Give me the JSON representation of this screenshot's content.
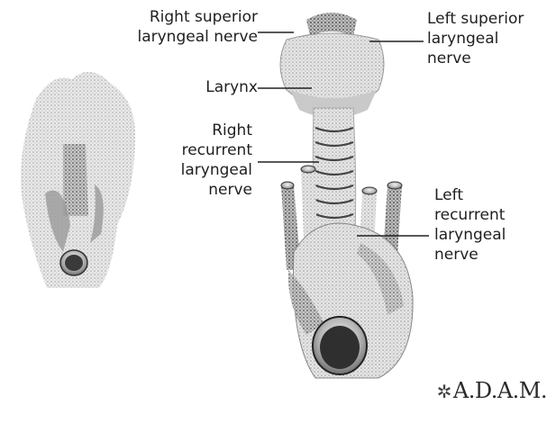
{
  "labels": {
    "right_superior": "Right superior\nlaryngeal nerve",
    "left_superior": "Left superior\nlaryngeal\nnerve",
    "larynx": "Larynx",
    "right_recurrent": "Right\nrecurrent\nlaryngeal\nnerve",
    "left_recurrent": "Left\nrecurrent\nlaryngeal\nnerve"
  },
  "logo": {
    "mark": "✲",
    "text": "A.D.A.M."
  },
  "colors": {
    "ink": "#1c1c1c",
    "tissue": "#cfcfcf",
    "shade": "#8f8f8f",
    "dark": "#3a3a3a"
  }
}
